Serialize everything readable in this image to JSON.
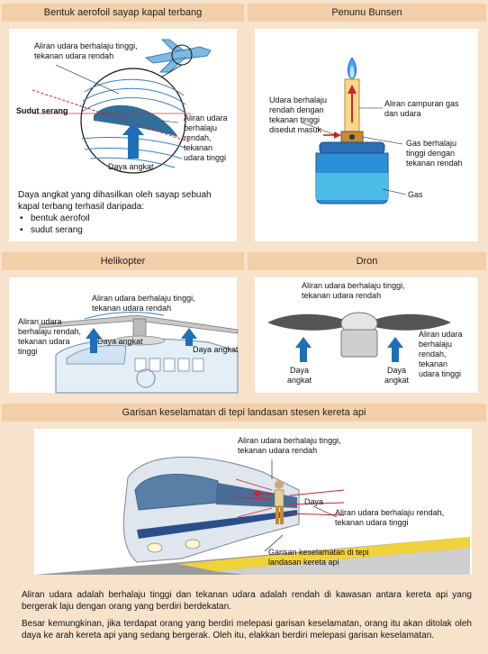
{
  "panels": {
    "aerofoil": {
      "title": "Bentuk aerofoil sayap kapal terbang",
      "label_fast": "Aliran udara berhalaju tinggi,\ntekanan udara rendah",
      "label_angle": "Sudut serang",
      "label_slow": "Aliran udara\nberhalaju\nrendah,\ntekanan\nudara tinggi",
      "label_lift": "Daya angkat",
      "desc_intro": "Daya angkat yang dihasilkan oleh sayap sebuah kapal terbang terhasil daripada:",
      "bullets": [
        "bentuk aerofoil",
        "sudut serang"
      ]
    },
    "bunsen": {
      "title": "Penunu Bunsen",
      "label_left": "Udara berhalaju\nrendah dengan\ntekanan tinggi\ndisedut masuk",
      "label_right_top": "Aliran campuran gas\ndan udara",
      "label_right_mid": "Gas berhalaju\ntinggi dengan\ntekanan rendah",
      "label_gas": "Gas"
    },
    "heli": {
      "title": "Helikopter",
      "label_top": "Aliran udara berhalaju tinggi,\ntekanan udara rendah",
      "label_left": "Aliran udara\nberhalaju rendah,\ntekanan udara\ntinggi",
      "label_lift1": "Daya angkat",
      "label_lift2": "Daya angkat"
    },
    "drone": {
      "title": "Dron",
      "label_top": "Aliran udara berhalaju tinggi,\ntekanan udara rendah",
      "label_right": "Aliran udara\nberhalaju\nrendah,\ntekanan\nudara tinggi",
      "label_lift1": "Daya\nangkat",
      "label_lift2": "Daya\nangkat"
    },
    "train": {
      "title": "Garisan keselamatan di tepi landasan stesen kereta api",
      "label_top": "Aliran udara berhalaju tinggi,\ntekanan udara rendah",
      "label_force": "Daya",
      "label_right": "Aliran udara berhalaju rendah,\ntekanan udara tinggi",
      "label_line": "Garisan keselamatan di tepi\nlandasan kereta api",
      "para1": "Aliran udara adalah berhalaju tinggi dan tekanan udara adalah rendah di kawasan antara kereta api yang bergerak laju dengan orang yang berdiri berdekatan.",
      "para2": "Besar kemungkinan, jika terdapat orang yang berdiri melepasi garisan keselamatan, orang itu akan ditolak oleh daya ke arah kereta api yang sedang bergerak. Oleh itu, elakkan berdiri melepasi garisan keselamatan."
    }
  },
  "colors": {
    "header": "#f2cfa8",
    "panel": "#f7e3cc",
    "arrow_blue": "#1e6fb8",
    "flow_blue": "#3b7fc4",
    "wing": "#2f6f9a",
    "red": "#d2232a",
    "gas": "#2b8fd6"
  }
}
